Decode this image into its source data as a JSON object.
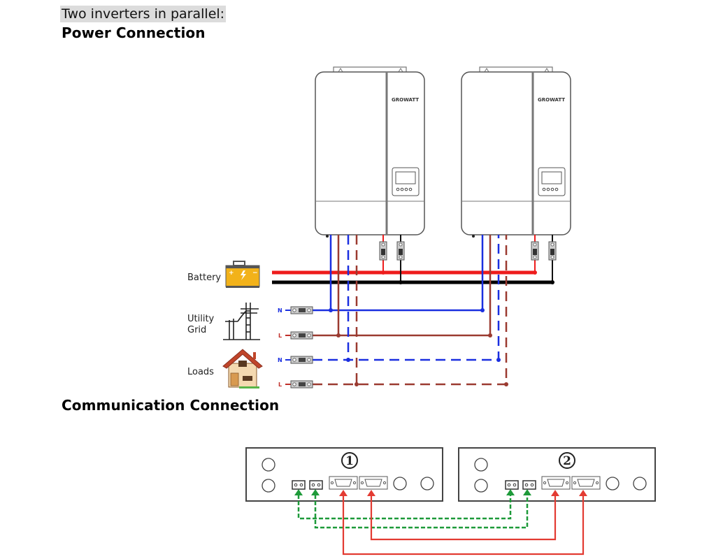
{
  "intro": "Two inverters in parallel:",
  "sections": {
    "power": "Power Connection",
    "communication": "Communication Connection"
  },
  "inverters": [
    {
      "brand": "GROWATT"
    },
    {
      "brand": "GROWATT"
    }
  ],
  "sources": {
    "battery": "Battery",
    "utility_line1": "Utility",
    "utility_line2": "Grid",
    "loads": "Loads"
  },
  "terminals": {
    "neutral": "N",
    "line": "L"
  },
  "panels": [
    {
      "number": "①"
    },
    {
      "number": "②"
    }
  ],
  "colors": {
    "battery_positive": "#ee1c1c",
    "battery_negative": "#000000",
    "neutral": "#1a2fe0",
    "line": "#9b3a30",
    "comm_sync": "#1e9a3a",
    "comm_current": "#e33b32"
  }
}
